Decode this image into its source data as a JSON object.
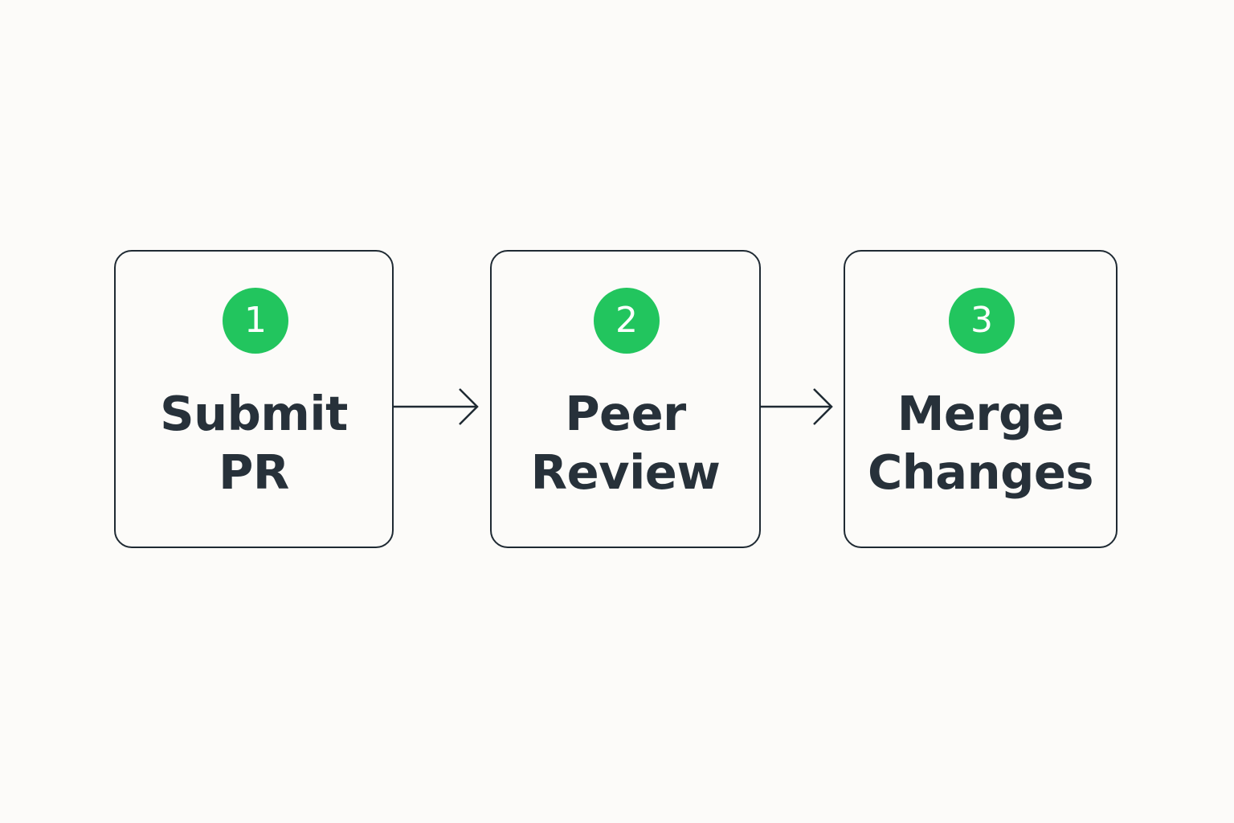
{
  "colors": {
    "background": "#fcfbf9",
    "box_border": "#1f2a33",
    "badge": "#22c55e",
    "badge_text": "#ffffff",
    "label_text": "#27313a",
    "arrow": "#1f2a33"
  },
  "steps": [
    {
      "number": "1",
      "line1": "Submit",
      "line2": "PR"
    },
    {
      "number": "2",
      "line1": "Peer",
      "line2": "Review"
    },
    {
      "number": "3",
      "line1": "Merge",
      "line2": "Changes"
    }
  ],
  "connectors": [
    {
      "from": "Submit PR",
      "to": "Peer Review",
      "icon": "arrow-right-icon"
    },
    {
      "from": "Peer Review",
      "to": "Merge Changes",
      "icon": "arrow-right-icon"
    }
  ]
}
